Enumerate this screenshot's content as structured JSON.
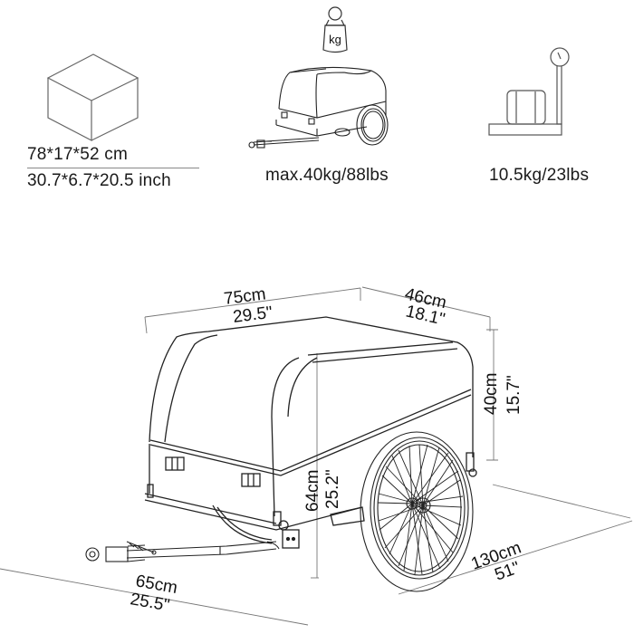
{
  "package": {
    "icon": "box-icon",
    "size_cm": "78*17*52 cm",
    "size_inch": "30.7*6.7*20.5 inch"
  },
  "max_load": {
    "icon": "kg-weight-icon",
    "weight_badge": "kg",
    "label": "max.40kg/88lbs"
  },
  "net_weight": {
    "icon": "scale-icon",
    "label": "10.5kg/23lbs"
  },
  "dimensions": {
    "box_length": {
      "cm": "75cm",
      "inch": "29.5\""
    },
    "box_width": {
      "cm": "46cm",
      "inch": "18.1\""
    },
    "box_height": {
      "cm": "40cm",
      "inch": "15.7\""
    },
    "total_height": {
      "cm": "64cm",
      "inch": "25.2\""
    },
    "tow_bar": {
      "cm": "65cm",
      "inch": "25.5\""
    },
    "total_length": {
      "cm": "130cm",
      "inch": "51\""
    }
  },
  "colors": {
    "line": "#222222",
    "dim_line": "#777777",
    "background": "#ffffff"
  }
}
